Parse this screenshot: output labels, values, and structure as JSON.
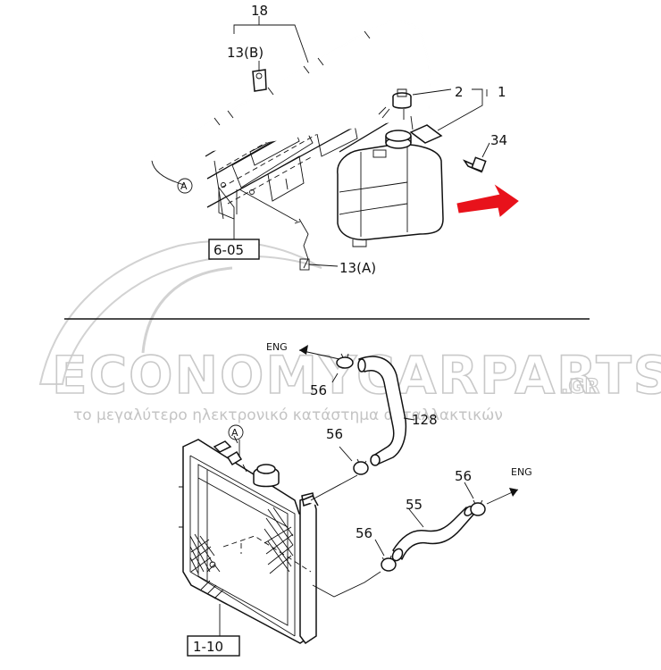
{
  "labels": {
    "l18": "18",
    "l13b": "13(B)",
    "l2": "2",
    "l1": "1",
    "l34": "34",
    "lA1": "A",
    "l605": "6-05",
    "l13a": "13(A)",
    "lEng1": "ENG",
    "l56a": "56",
    "l128": "128",
    "l56b": "56",
    "lA2": "A",
    "l56c": "56",
    "l55": "55",
    "lEng2": "ENG",
    "l56d": "56",
    "l110": "1-10"
  },
  "watermark": {
    "brand": "ECONOMYCARPARTS",
    "tld": ".GR",
    "tagline": "το μεγαλύτερο ηλεκτρονικό κατάστημα ανταλλακτικών"
  },
  "colors": {
    "ink": "#111111",
    "arrow": "#e8121b",
    "watermark": "#c9c9c9"
  }
}
